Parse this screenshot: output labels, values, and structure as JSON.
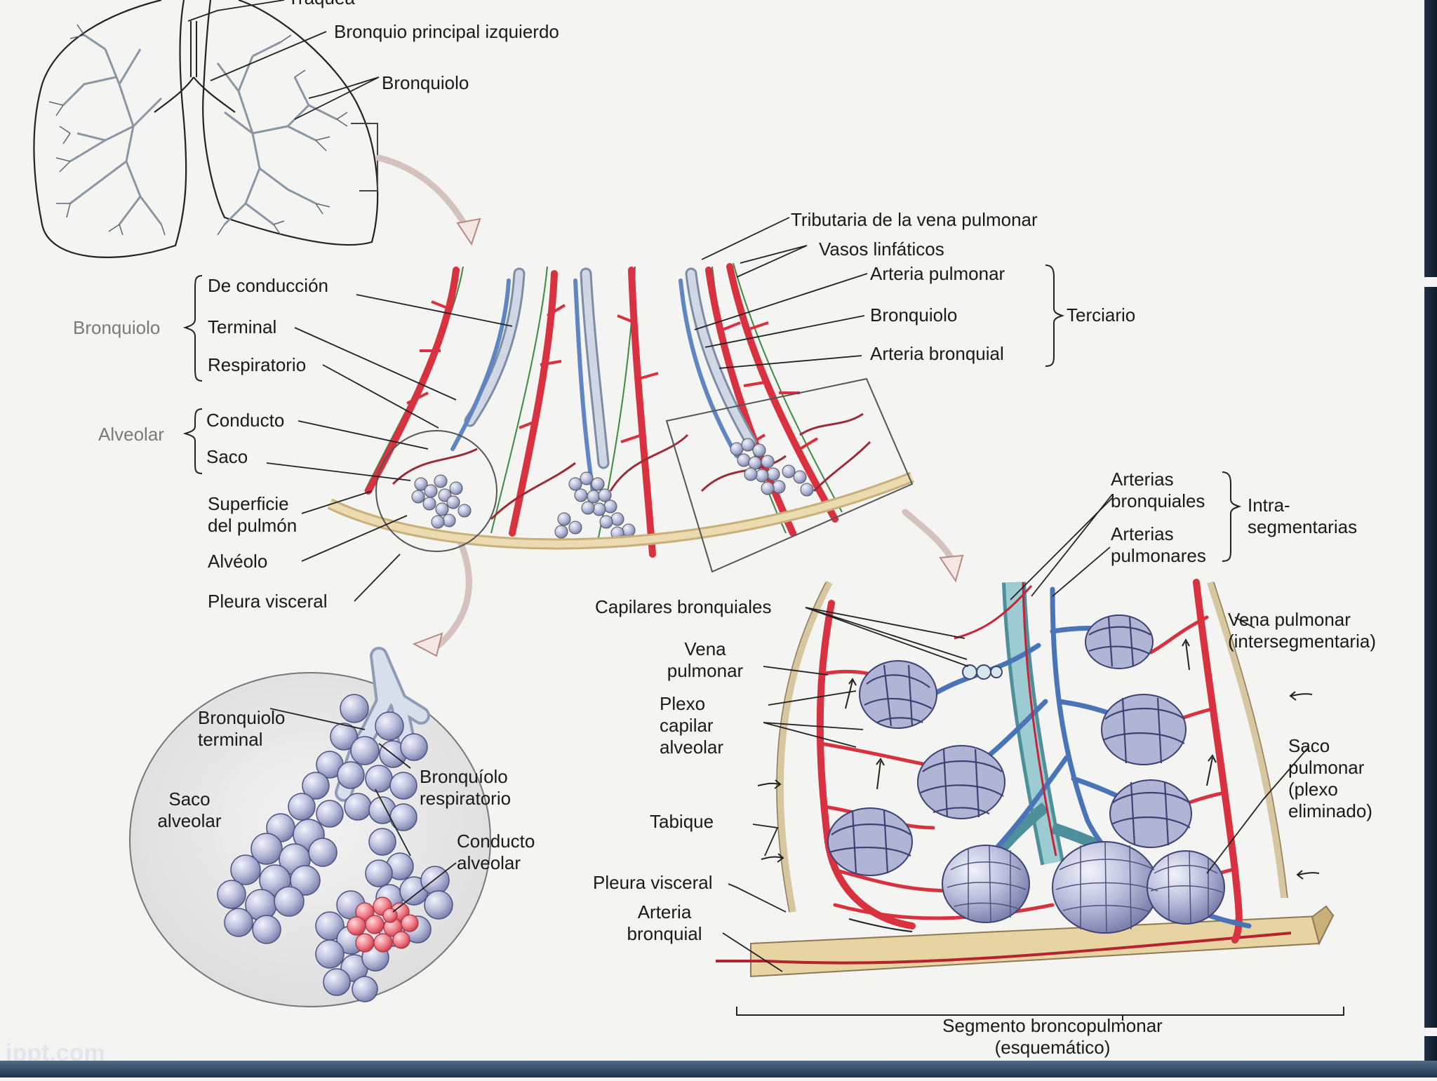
{
  "diagram": {
    "labels": {
      "traquea": "Tráquea",
      "bronquio_principal": "Bronquio principal izquierdo",
      "bronquiolo_top": "Bronquiolo",
      "tributaria": "Tributaria de la vena pulmonar",
      "vasos_linfaticos": "Vasos linfáticos",
      "arteria_pulmonar": "Arteria pulmonar",
      "bronquiolo_terciario": "Bronquiolo",
      "arteria_bronquial_top": "Arteria bronquial",
      "terciario": "Terciario",
      "bronquiolo_cat": "Bronquiolo",
      "de_conduccion": "De conducción",
      "terminal": "Terminal",
      "respiratorio": "Respiratorio",
      "alveolar_cat": "Alveolar",
      "conducto": "Conducto",
      "saco": "Saco",
      "superficie_1": "Superficie",
      "superficie_2": "del pulmón",
      "alveolo": "Alvéolo",
      "pleura_visceral_1": "Pleura visceral",
      "bronquiolo_terminal_1": "Bronquiolo",
      "bronquiolo_terminal_2": "terminal",
      "saco_alveolar_1": "Saco",
      "saco_alveolar_2": "alveolar",
      "bronquiolo_resp_1": "Bronquíolo",
      "bronquiolo_resp_2": "respiratorio",
      "conducto_alv_1": "Conducto",
      "conducto_alv_2": "alveolar",
      "arterias_bronquiales_1": "Arterias",
      "arterias_bronquiales_2": "bronquiales",
      "arterias_pulmonares_1": "Arterias",
      "arterias_pulmonares_2": "pulmonares",
      "intra_1": "Intra-",
      "intra_2": "segmentarias",
      "capilares_bronquiales": "Capilares bronquiales",
      "vena_pulmonar_1": "Vena",
      "vena_pulmonar_2": "pulmonar",
      "vena_inter_1": "Vena pulmonar",
      "vena_inter_2": "(intersegmentaria)",
      "plexo_1": "Plexo",
      "plexo_2": "capilar",
      "plexo_3": "alveolar",
      "saco_pulmonar_1": "Saco",
      "saco_pulmonar_2": "pulmonar",
      "saco_pulmonar_3": "(plexo",
      "saco_pulmonar_4": "eliminado)",
      "tabique": "Tabique",
      "pleura_visceral_2": "Pleura visceral",
      "arteria_bronquial_1": "Arteria",
      "arteria_bronquial_2": "bronquial",
      "segmento_1": "Segmento broncopulmonar",
      "segmento_2": "(esquemático)",
      "watermark": "ippt.com"
    },
    "colors": {
      "artery": "#d8313f",
      "vein": "#5f86c2",
      "bronchiole": "#c9d3e0",
      "lymph": "#3c8a42",
      "alveoli": "#b9bfdc",
      "pleura": "#e9d3a2",
      "leader": "#222222",
      "flow_arrow": "#e6cfc9"
    }
  }
}
